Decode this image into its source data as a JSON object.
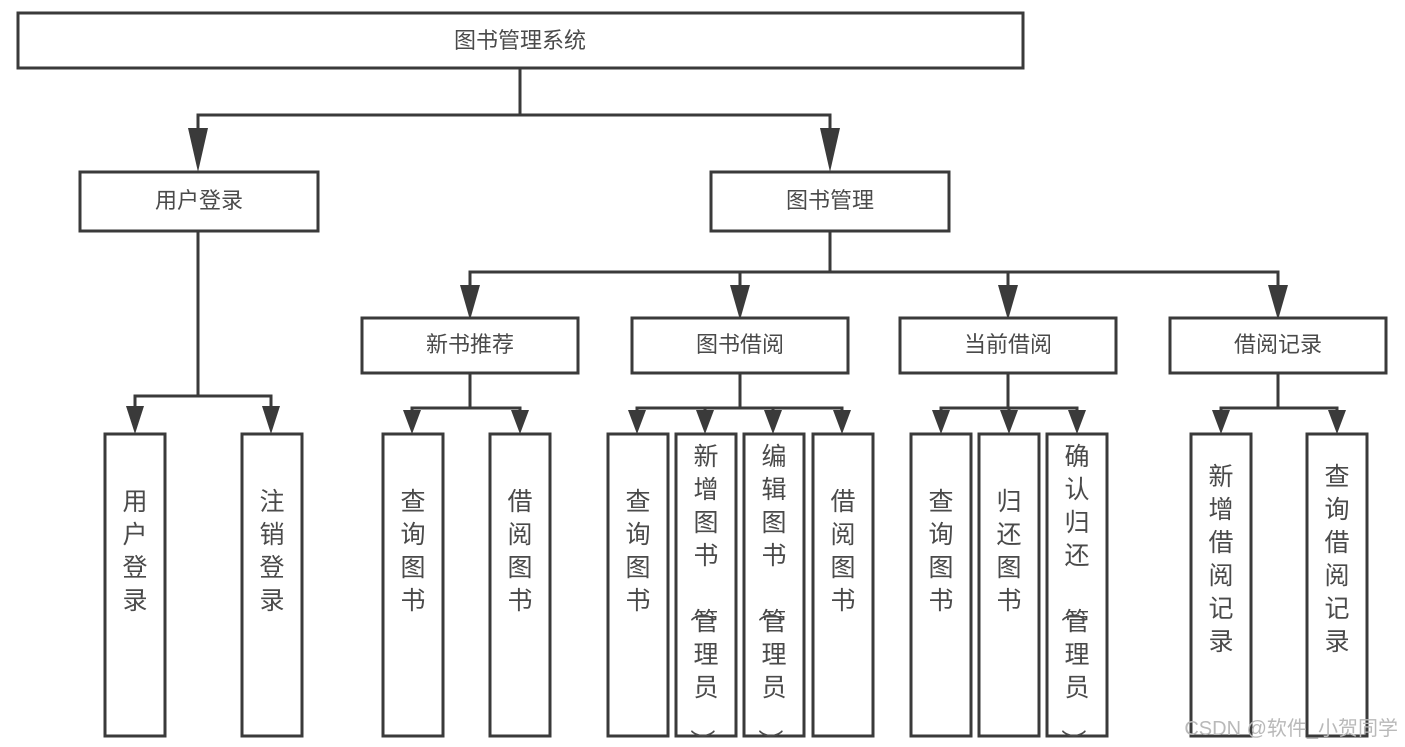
{
  "diagram": {
    "type": "tree-hierarchy-chart",
    "title": "图书管理系统",
    "orientation": "top-down",
    "colors": {
      "box_stroke": "#3a3a3a",
      "box_fill": "#ffffff",
      "text": "#4a4a4a",
      "connector": "#3a3a3a",
      "watermark": "#b9b9b9",
      "background": "#ffffff"
    },
    "root": {
      "label": "图书管理系统"
    },
    "level2": [
      {
        "id": "user-login",
        "label": "用户登录"
      },
      {
        "id": "book-management",
        "label": "图书管理"
      }
    ],
    "level3": [
      {
        "id": "new-book-recommend",
        "label": "新书推荐",
        "parent": "book-management"
      },
      {
        "id": "book-borrow",
        "label": "图书借阅",
        "parent": "book-management"
      },
      {
        "id": "current-borrow",
        "label": "当前借阅",
        "parent": "book-management"
      },
      {
        "id": "borrow-record",
        "label": "借阅记录",
        "parent": "book-management"
      }
    ],
    "leaves": {
      "user-login": [
        {
          "id": "leaf-user-login",
          "label": "用户登录"
        },
        {
          "id": "leaf-user-logout",
          "label": "注销登录"
        }
      ],
      "new-book-recommend": [
        {
          "id": "leaf-query-book-1",
          "label": "查询图书"
        },
        {
          "id": "leaf-borrow-book-1",
          "label": "借阅图书"
        }
      ],
      "book-borrow": [
        {
          "id": "leaf-query-book-2",
          "label": "查询图书"
        },
        {
          "id": "leaf-add-book",
          "label": "新增图书（管理员）"
        },
        {
          "id": "leaf-edit-book",
          "label": "编辑图书（管理员）"
        },
        {
          "id": "leaf-borrow-book-2",
          "label": "借阅图书"
        }
      ],
      "current-borrow": [
        {
          "id": "leaf-query-book-3",
          "label": "查询图书"
        },
        {
          "id": "leaf-return-book",
          "label": "归还图书"
        },
        {
          "id": "leaf-confirm-return",
          "label": "确认归还（管理员）"
        }
      ],
      "borrow-record": [
        {
          "id": "leaf-add-record",
          "label": "新增借阅记录"
        },
        {
          "id": "leaf-query-record",
          "label": "查询借阅记录"
        }
      ]
    }
  },
  "watermark": {
    "text": "CSDN @软件_小贺同学"
  }
}
